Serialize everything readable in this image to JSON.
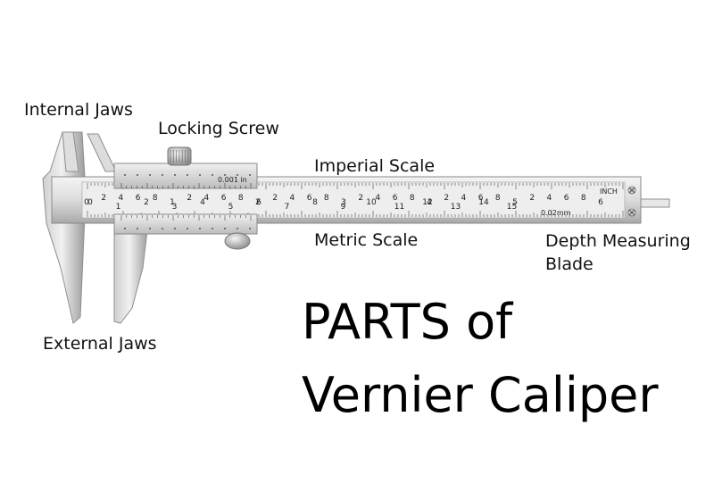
{
  "labels": {
    "internal_jaws": "Internal Jaws",
    "locking_screw": "Locking Screw",
    "imperial_scale": "Imperial Scale",
    "metric_scale": "Metric Scale",
    "depth_line1": "Depth Measuring",
    "depth_line2": "Blade",
    "external_jaws": "External Jaws"
  },
  "title": {
    "line1": "PARTS of",
    "line2": "Vernier Caliper"
  },
  "scale": {
    "unit_imperial": "INCH",
    "unit_metric": "0.02mm",
    "vernier_imperial": "0.001 in",
    "upper_labels": [
      "0",
      "2",
      "4",
      "6",
      "8",
      "1",
      "2",
      "4",
      "6",
      "8",
      "2",
      "2",
      "4",
      "6",
      "8",
      "3",
      "2",
      "4",
      "6",
      "8",
      "4",
      "2",
      "4",
      "6",
      "8",
      "5",
      "2",
      "4",
      "6",
      "8",
      "6"
    ],
    "lower_labels": [
      "0",
      "1",
      "2",
      "3",
      "4",
      "5",
      "6",
      "7",
      "8",
      "9",
      "10",
      "11",
      "12",
      "13",
      "14",
      "15"
    ]
  },
  "colors": {
    "steel_light": "#e6e6e6",
    "steel_mid": "#c4c4c4",
    "steel_dark": "#8e8e8e",
    "ink": "#222222"
  }
}
